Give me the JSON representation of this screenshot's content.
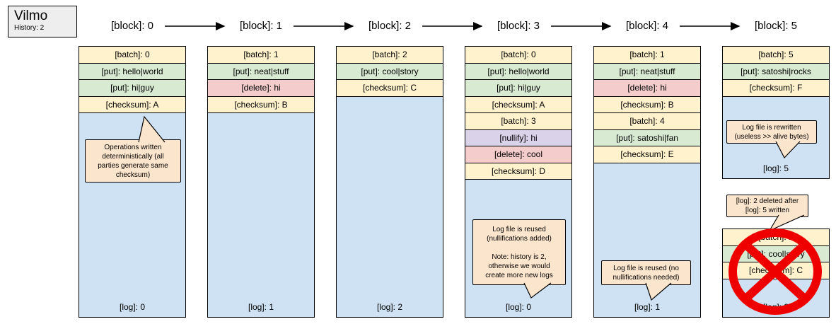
{
  "app": {
    "title": "Vilmo",
    "subtitle": "History: 2"
  },
  "colors": {
    "batch": "#fff2cc",
    "checksum": "#fff2cc",
    "put": "#d9ead3",
    "delete": "#f4cccc",
    "nullify": "#d9d2e9",
    "log": "#cfe2f3",
    "callout": "#fce5cd",
    "legend": "#eeeeee",
    "prohibited": "#ee0000",
    "border": "#000000"
  },
  "columns": [
    {
      "header": "[block]: 0",
      "stacks": [
        {
          "cells": [
            {
              "type": "batch",
              "label": "[batch]: 0"
            },
            {
              "type": "put",
              "label": "[put]: hello|world"
            },
            {
              "type": "put",
              "label": "[put]: hi|guy"
            },
            {
              "type": "checksum",
              "label": "[checksum]: A"
            }
          ],
          "log": "[log]: 0"
        }
      ]
    },
    {
      "header": "[block]: 1",
      "stacks": [
        {
          "cells": [
            {
              "type": "batch",
              "label": "[batch]: 1"
            },
            {
              "type": "put",
              "label": "[put]: neat|stuff"
            },
            {
              "type": "delete",
              "label": "[delete]: hi"
            },
            {
              "type": "checksum",
              "label": "[checksum]: B"
            }
          ],
          "log": "[log]: 1"
        }
      ]
    },
    {
      "header": "[block]: 2",
      "stacks": [
        {
          "cells": [
            {
              "type": "batch",
              "label": "[batch]: 2"
            },
            {
              "type": "put",
              "label": "[put]: cool|story"
            },
            {
              "type": "checksum",
              "label": "[checksum]: C"
            }
          ],
          "log": "[log]: 2"
        }
      ]
    },
    {
      "header": "[block]: 3",
      "stacks": [
        {
          "cells": [
            {
              "type": "batch",
              "label": "[batch]: 0"
            },
            {
              "type": "put",
              "label": "[put]: hello|world"
            },
            {
              "type": "put",
              "label": "[put]: hi|guy"
            },
            {
              "type": "checksum",
              "label": "[checksum]: A"
            },
            {
              "type": "batch",
              "label": "[batch]: 3"
            },
            {
              "type": "nullify",
              "label": "[nullify]: hi"
            },
            {
              "type": "delete",
              "label": "[delete]: cool"
            },
            {
              "type": "checksum",
              "label": "[checksum]: D"
            }
          ],
          "log": "[log]: 0"
        }
      ]
    },
    {
      "header": "[block]: 4",
      "stacks": [
        {
          "cells": [
            {
              "type": "batch",
              "label": "[batch]: 1"
            },
            {
              "type": "put",
              "label": "[put]: neat|stuff"
            },
            {
              "type": "delete",
              "label": "[delete]: hi"
            },
            {
              "type": "checksum",
              "label": "[checksum]: B"
            },
            {
              "type": "batch",
              "label": "[batch]: 4"
            },
            {
              "type": "put",
              "label": "[put]: satoshi|fan"
            },
            {
              "type": "checksum",
              "label": "[checksum]: E"
            }
          ],
          "log": "[log]: 1"
        }
      ]
    },
    {
      "header": "[block]: 5",
      "stacks": [
        {
          "cells": [
            {
              "type": "batch",
              "label": "[batch]: 5"
            },
            {
              "type": "put",
              "label": "[put]: satoshi|rocks"
            },
            {
              "type": "checksum",
              "label": "[checksum]: F"
            }
          ],
          "log": "[log]: 5"
        },
        {
          "cells": [
            {
              "type": "batch",
              "label": "[batch]: 2"
            },
            {
              "type": "put",
              "label": "[put]: cool|story"
            },
            {
              "type": "checksum",
              "label": "[checksum]: C"
            }
          ],
          "log": "[log]: 2",
          "crossed_out": true
        }
      ]
    }
  ],
  "callouts": [
    {
      "text": "Operations written\ndeterministically (all\nparties generate same\nchecksum)"
    },
    {
      "text": "Log file is reused\n(nullifications added)\n\nNote: history is 2,\notherwise we would\ncreate more new logs"
    },
    {
      "text": "Log file is reused (no\nnullifications needed)"
    },
    {
      "text": "Log file is rewritten\n(useless >> alive bytes)"
    },
    {
      "text": "[log]: 2 deleted after\n[log]: 5 written"
    }
  ]
}
